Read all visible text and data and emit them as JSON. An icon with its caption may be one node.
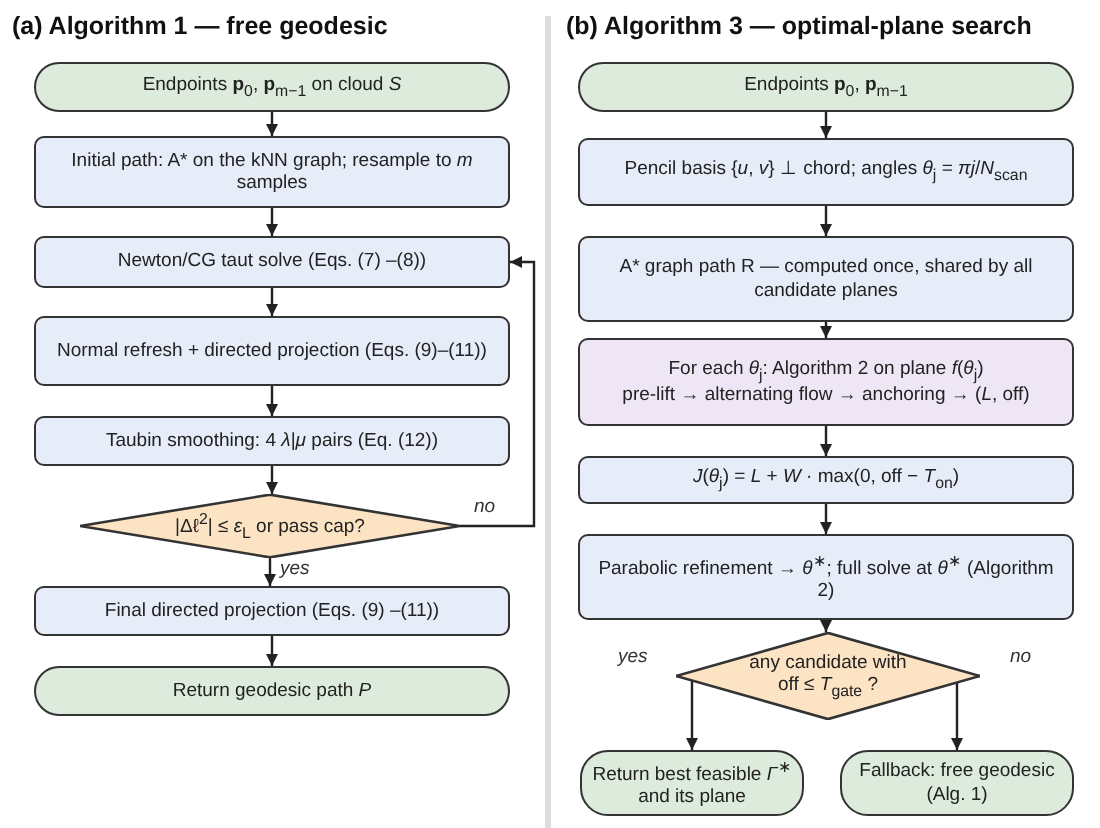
{
  "diagram": {
    "nodes": [
      {
        "text": [
          "Endpoints **p**$_{0}$, **p**$_{m−1}$ on cloud *S*"
        ]
      },
      {
        "text": [
          "Initial path: A* on the kNN graph; resample to *m* samples"
        ]
      },
      {
        "text": [
          "Newton/CG taut solve (Eqs. (7) –(8))"
        ]
      },
      {
        "text": [
          "Normal refresh + directed projection (Eqs. (9)–(11))"
        ]
      },
      {
        "text": [
          "Taubin smoothing: 4 *λ*|*μ* pairs (Eq. (12))"
        ]
      },
      {
        "text": [
          "|Δℓ$^{2}$| ≤ *ε*$_{L}$  or pass cap?"
        ]
      },
      {
        "text": [
          "Final directed projection (Eqs. (9) –(11))"
        ]
      },
      {
        "text": [
          "Return geodesic path *P*"
        ]
      },
      {
        "text": [
          "Endpoints **p**$_{0}$, **p**$_{m−1}$"
        ]
      },
      {
        "text": [
          "Pencil basis {*u*, *v*} ⊥ chord; angles *θ*$_{j}$ = *πj*/*N*$_{scan}$"
        ]
      },
      {
        "text": [
          "A* graph path R — computed once, shared by all candidate planes"
        ]
      },
      {
        "text": [
          "For each *θ*$_{j}$: Algorithm 2 on plane *f*(*θ*$_{j}$)",
          "pre-lift → alternating flow → anchoring → (*L*, off)"
        ]
      },
      {
        "text": [
          "*J*(*θ*$_{j}$) = *L* + *W* · max(0, off − *T*$_{on}$)"
        ]
      },
      {
        "text": [
          "Parabolic refinement → *θ*$^{∗}$; full solve at *θ*$^{∗}$ (Algorithm 2)"
        ]
      },
      {
        "text": [
          "any candidate with off ≤ *T*$_{gate}$ ?"
        ]
      },
      {
        "text": [
          "Return best feasible *Γ*$^{∗}$ and its plane"
        ]
      },
      {
        "text": [
          "Fallback: free geodesic (Alg. 1)"
        ]
      }
    ],
    "edges": [
      {
        "from": 0,
        "to": 1,
        "arrow": "to"
      },
      {
        "from": 1,
        "to": 2,
        "arrow": "to"
      },
      {
        "from": 2,
        "to": 3,
        "arrow": "to"
      },
      {
        "from": 3,
        "to": 4,
        "arrow": "to"
      },
      {
        "from": 4,
        "to": 5,
        "arrow": "to"
      },
      {
        "from": 5,
        "to": 2,
        "arrow": "to",
        "label": "no"
      },
      {
        "from": 5,
        "to": 6,
        "arrow": "to",
        "label": "yes"
      },
      {
        "from": 6,
        "to": 7,
        "arrow": "to"
      },
      {
        "from": 8,
        "to": 9,
        "arrow": "to"
      },
      {
        "from": 9,
        "to": 10,
        "arrow": "to"
      },
      {
        "from": 10,
        "to": 11,
        "arrow": "to"
      },
      {
        "from": 11,
        "to": 12,
        "arrow": "to"
      },
      {
        "from": 12,
        "to": 13,
        "arrow": "to"
      },
      {
        "from": 13,
        "to": 14,
        "arrow": "to"
      },
      {
        "from": 14,
        "to": 15,
        "arrow": "to",
        "label": "yes"
      },
      {
        "from": 14,
        "to": 16,
        "arrow": "to",
        "label": "no"
      }
    ],
    "labels": [
      "(a) Algorithm 1  — free geodesic",
      "(b) Algorithm 3  — optimal-plane search"
    ]
  }
}
